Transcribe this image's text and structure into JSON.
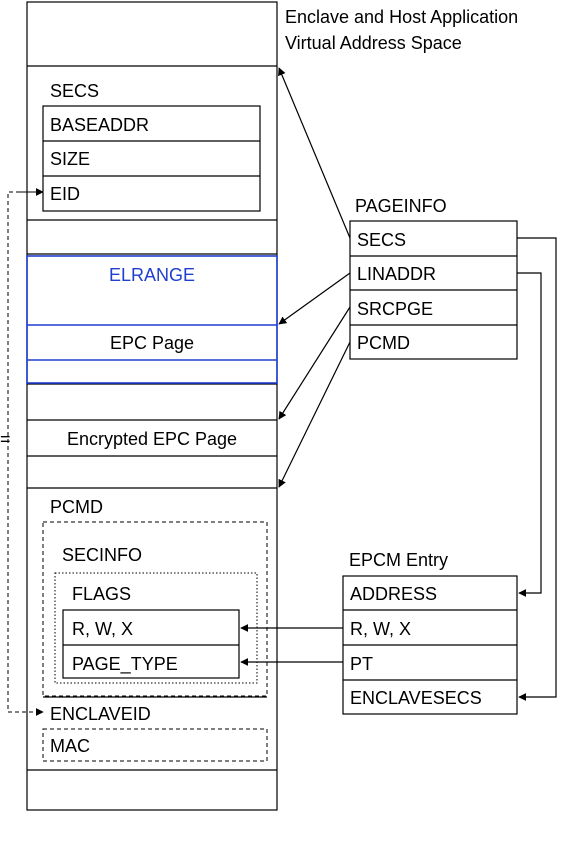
{
  "title": {
    "line1": "Enclave and Host Application",
    "line2": "Virtual Address Space"
  },
  "address_space": {
    "secs_label": "SECS",
    "secs_fields": [
      "BASEADDR",
      "SIZE",
      "EID"
    ],
    "elrange_label": "ELRANGE",
    "epc_page_label": "EPC Page",
    "encrypted_epc_page_label": "Encrypted EPC Page",
    "pcmd_label": "PCMD",
    "secinfo_label": "SECINFO",
    "flags_label": "FLAGS",
    "flags_fields": [
      "R, W, X",
      "PAGE_TYPE"
    ],
    "enclaveid_label": "ENCLAVEID",
    "mac_label": "MAC"
  },
  "pageinfo": {
    "title": "PAGEINFO",
    "fields": [
      "SECS",
      "LINADDR",
      "SRCPGE",
      "PCMD"
    ]
  },
  "epcm_entry": {
    "title": "EPCM Entry",
    "fields": [
      "ADDRESS",
      "R, W, X",
      "PT",
      "ENCLAVESECS"
    ]
  },
  "left_margin_mark": "=",
  "colors": {
    "line": "#000000",
    "elrange": "#1f3fd0"
  }
}
